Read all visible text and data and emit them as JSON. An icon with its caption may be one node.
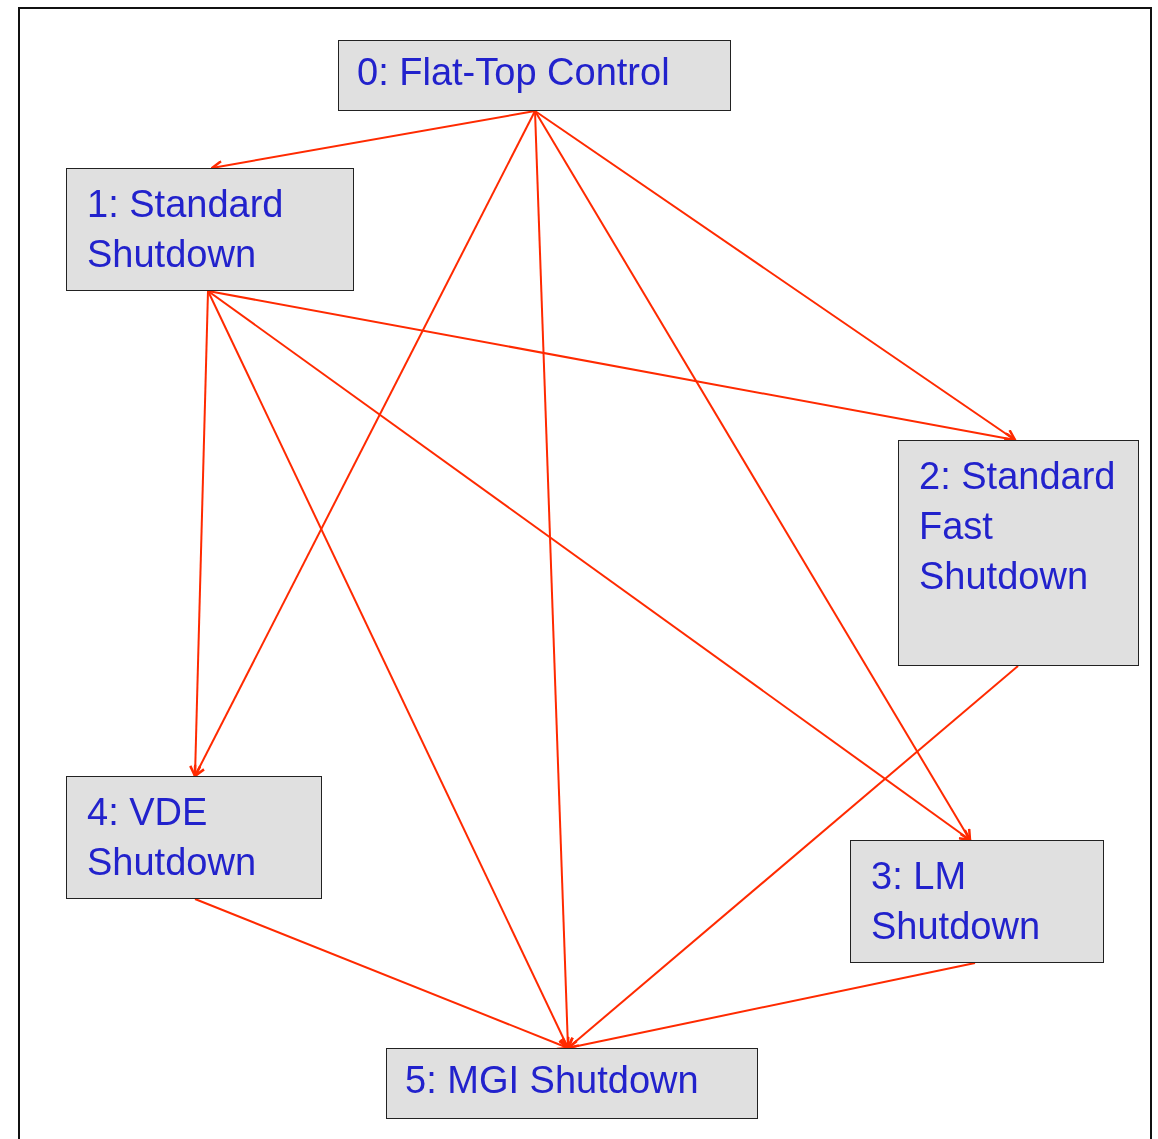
{
  "diagram": {
    "nodes": [
      {
        "text": [
          "0: Flat-Top Control"
        ]
      },
      {
        "text": [
          "1: Standard Shutdown"
        ]
      },
      {
        "text": [
          "2: Standard Fast Shutdown"
        ]
      },
      {
        "text": [
          "3: LM Shutdown"
        ]
      },
      {
        "text": [
          "4: VDE Shutdown"
        ]
      },
      {
        "text": [
          "5: MGI Shutdown"
        ]
      }
    ],
    "edges": [
      {
        "from": 0,
        "to": 1,
        "arrow": "to"
      },
      {
        "from": 0,
        "to": 4,
        "arrow": "to"
      },
      {
        "from": 0,
        "to": 5,
        "arrow": "to"
      },
      {
        "from": 0,
        "to": 3,
        "arrow": "to"
      },
      {
        "from": 0,
        "to": 2,
        "arrow": "to"
      },
      {
        "from": 1,
        "to": 2,
        "arrow": "to"
      },
      {
        "from": 1,
        "to": 4,
        "arrow": "to"
      },
      {
        "from": 1,
        "to": 5,
        "arrow": "to"
      },
      {
        "from": 1,
        "to": 3,
        "arrow": "to"
      },
      {
        "from": 2,
        "to": 5,
        "arrow": "to"
      },
      {
        "from": 4,
        "to": 5,
        "arrow": "to"
      },
      {
        "from": 3,
        "to": 5,
        "arrow": "to"
      }
    ]
  }
}
